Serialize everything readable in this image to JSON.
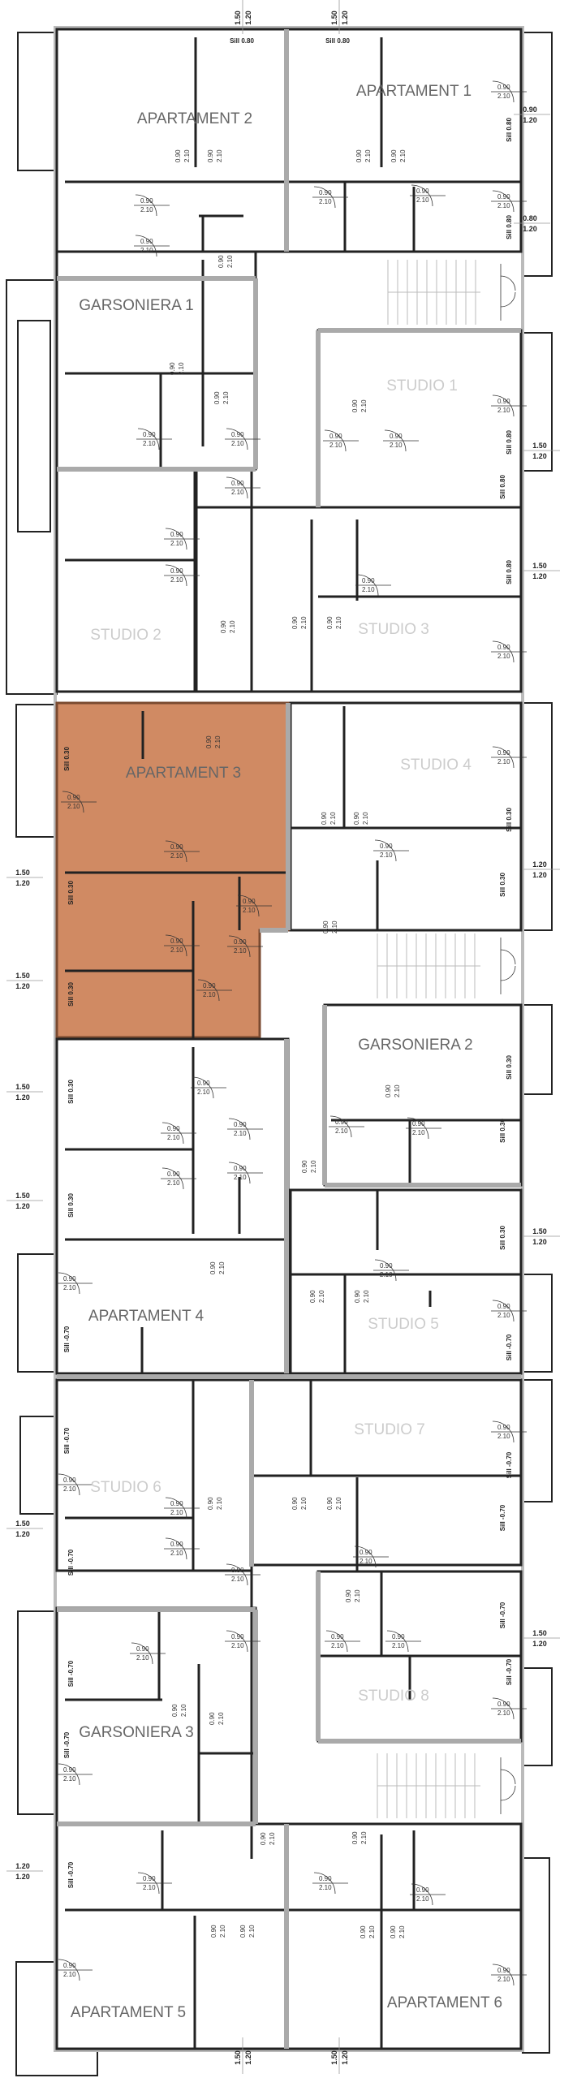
{
  "plan": {
    "units": [
      {
        "id": "apartament-2",
        "label": "APARTAMENT 2",
        "highlighted": false
      },
      {
        "id": "apartament-1",
        "label": "APARTAMENT 1",
        "highlighted": false
      },
      {
        "id": "garsoniera-1",
        "label": "GARSONIERA 1",
        "highlighted": false
      },
      {
        "id": "studio-1",
        "label": "STUDIO 1",
        "highlighted": false
      },
      {
        "id": "studio-2",
        "label": "STUDIO 2",
        "highlighted": false
      },
      {
        "id": "studio-3",
        "label": "STUDIO 3",
        "highlighted": false
      },
      {
        "id": "apartament-3",
        "label": "APARTAMENT 3",
        "highlighted": true
      },
      {
        "id": "studio-4",
        "label": "STUDIO 4",
        "highlighted": false
      },
      {
        "id": "garsoniera-2",
        "label": "GARSONIERA  2",
        "highlighted": false
      },
      {
        "id": "apartament-4",
        "label": "APARTAMENT 4",
        "highlighted": false
      },
      {
        "id": "studio-5",
        "label": "STUDIO 5",
        "highlighted": false
      },
      {
        "id": "studio-6",
        "label": "STUDIO 6",
        "highlighted": false
      },
      {
        "id": "studio-7",
        "label": "STUDIO 7",
        "highlighted": false
      },
      {
        "id": "garsoniera-3",
        "label": "GARSONIERA  3",
        "highlighted": false
      },
      {
        "id": "studio-8",
        "label": "STUDIO 8",
        "highlighted": false
      },
      {
        "id": "apartament-5",
        "label": "APARTAMENT 5",
        "highlighted": false
      },
      {
        "id": "apartament-6",
        "label": "APARTAMENT 6",
        "highlighted": false
      }
    ],
    "door_tag": {
      "width": "0.90",
      "height": "2.10"
    },
    "sills": [
      "Sill 0.80",
      "Sill 0.80",
      "Sill 0.80",
      "Sill 0.80",
      "Sill 0.80",
      "Sill 0.80",
      "Sill 0.80",
      "Sill 0.30",
      "Sill 0.30",
      "Sill 0.30",
      "Sill 0.30",
      "Sill 0.30",
      "Sill 0.30",
      "Sill 0.30",
      "Sill 0.30",
      "Sill 0.30",
      "Sill 0.30",
      "Sill -0.70",
      "Sill -0.70",
      "Sill -0.70",
      "Sill -0.70",
      "Sill -0.70",
      "Sill -0.70",
      "Sill -0.70",
      "Sill -0.70",
      "Sill -0.70",
      "Sill -0.70",
      "Sill -0.70"
    ],
    "window_dims": [
      [
        "1.50",
        "1.20"
      ],
      [
        "1.50",
        "1.20"
      ],
      [
        "0.90",
        "1.20"
      ],
      [
        "0.80",
        "1.20"
      ],
      [
        "1.50",
        "1.20"
      ],
      [
        "1.50",
        "1.20"
      ],
      [
        "1.50",
        "1.20"
      ],
      [
        "1.50",
        "1.20"
      ],
      [
        "1.50",
        "1.20"
      ],
      [
        "1.50",
        "1.20"
      ],
      [
        "1.20",
        "1.20"
      ],
      [
        "1.50",
        "1.20"
      ],
      [
        "1.50",
        "1.20"
      ],
      [
        "1.50",
        "1.20"
      ],
      [
        "1.20",
        "1.20"
      ],
      [
        "1.50",
        "1.20"
      ],
      [
        "1.50",
        "1.20"
      ]
    ]
  },
  "colors": {
    "highlight": "#d08a63"
  }
}
